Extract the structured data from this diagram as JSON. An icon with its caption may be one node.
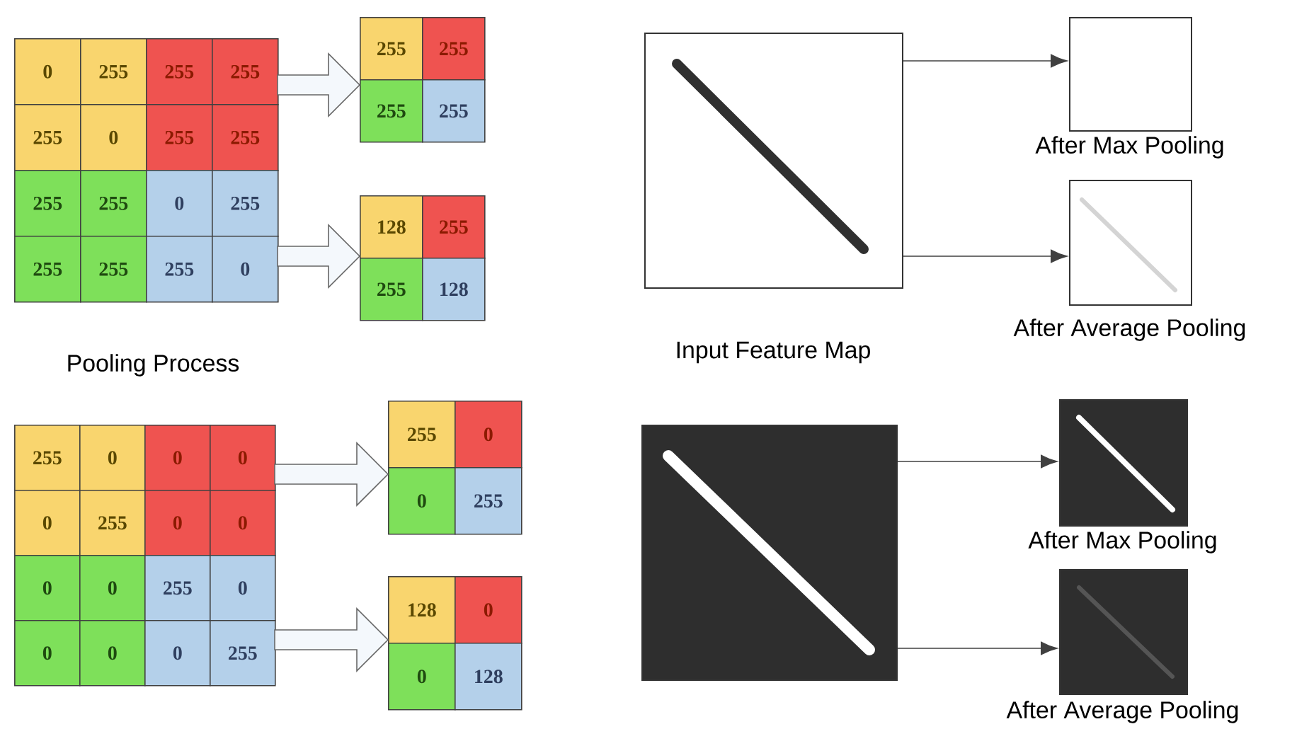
{
  "diagram": {
    "nodes": [
      {
        "text": [
          "0",
          "255",
          "255",
          "255",
          "255",
          "0",
          "255",
          "255",
          "255",
          "255",
          "0",
          "255",
          "255",
          "255",
          "255",
          "0"
        ]
      },
      {
        "text": [
          "255",
          "255",
          "255",
          "255"
        ]
      },
      {
        "text": [
          "128",
          "255",
          "255",
          "128"
        ]
      },
      {
        "text": [
          "Input Feature Map"
        ]
      },
      {
        "text": [
          "After Max Pooling"
        ]
      },
      {
        "text": [
          "After Average Pooling"
        ]
      },
      {
        "text": [
          "255",
          "0",
          "0",
          "0",
          "0",
          "255",
          "0",
          "0",
          "0",
          "0",
          "255",
          "0",
          "0",
          "0",
          "0",
          "255"
        ]
      },
      {
        "text": [
          "255",
          "0",
          "0",
          "255"
        ]
      },
      {
        "text": [
          "128",
          "0",
          "0",
          "128"
        ]
      },
      {
        "text": [],
        "shape": "box"
      },
      {
        "text": [
          "After Max Pooling"
        ]
      },
      {
        "text": [
          "After Average Pooling"
        ]
      }
    ],
    "edges": [
      {
        "from": 0,
        "to": 1,
        "arrow": "to"
      },
      {
        "from": 0,
        "to": 2,
        "arrow": "to"
      },
      {
        "from": 3,
        "to": 4,
        "arrow": "to"
      },
      {
        "from": 3,
        "to": 5,
        "arrow": "to"
      },
      {
        "from": 6,
        "to": 7,
        "arrow": "to"
      },
      {
        "from": 6,
        "to": 8,
        "arrow": "to"
      },
      {
        "from": 9,
        "to": 10,
        "arrow": "to"
      },
      {
        "from": 9,
        "to": 11,
        "arrow": "to"
      }
    ],
    "labels": [
      "Pooling Process"
    ]
  }
}
